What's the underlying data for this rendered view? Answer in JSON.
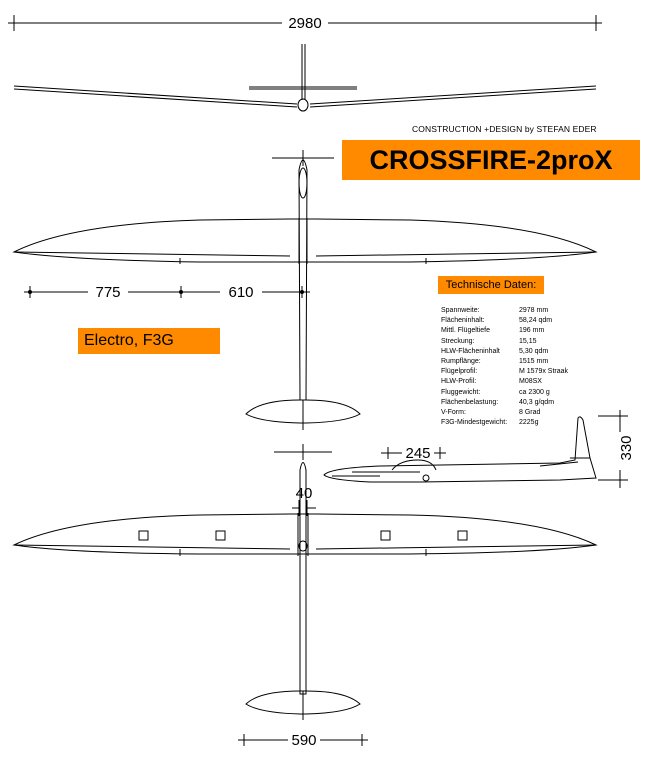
{
  "title": "CROSSFIRE-2proX",
  "designer": "CONSTRUCTION +DESIGN by STEFAN EDER",
  "variant": "Electro, F3G",
  "specs": {
    "header": "Technische Daten:",
    "rows": [
      {
        "label": "Spannweite:",
        "value": "2978 mm"
      },
      {
        "label": "Flächeninhalt:",
        "value": "58,24 qdm"
      },
      {
        "label": "Mittl. Flügeltiefe",
        "value": "196 mm"
      },
      {
        "label": "Streckung:",
        "value": "15,15"
      },
      {
        "label": "HLW-Flächeninhalt",
        "value": "5,30 qdm"
      },
      {
        "label": "Rumpflänge:",
        "value": "1515 mm"
      },
      {
        "label": "Flügelprofil:",
        "value": "M 1579x Straak"
      },
      {
        "label": "HLW-Profil:",
        "value": "M08SX"
      },
      {
        "label": "Fluggewicht:",
        "value": "ca 2300 g"
      },
      {
        "label": "Flächenbelastung:",
        "value": "40,3 g/qdm"
      },
      {
        "label": "V-Form:",
        "value": "8 Grad"
      },
      {
        "label": "F3G-Mindestgewicht:",
        "value": "2225g"
      }
    ]
  },
  "dimensions": {
    "span": "2980",
    "outer_panel": "775",
    "inner_panel": "610",
    "canopy": "245",
    "fin_height": "330",
    "fuselage_width": "40",
    "stabilizer_span": "590"
  }
}
